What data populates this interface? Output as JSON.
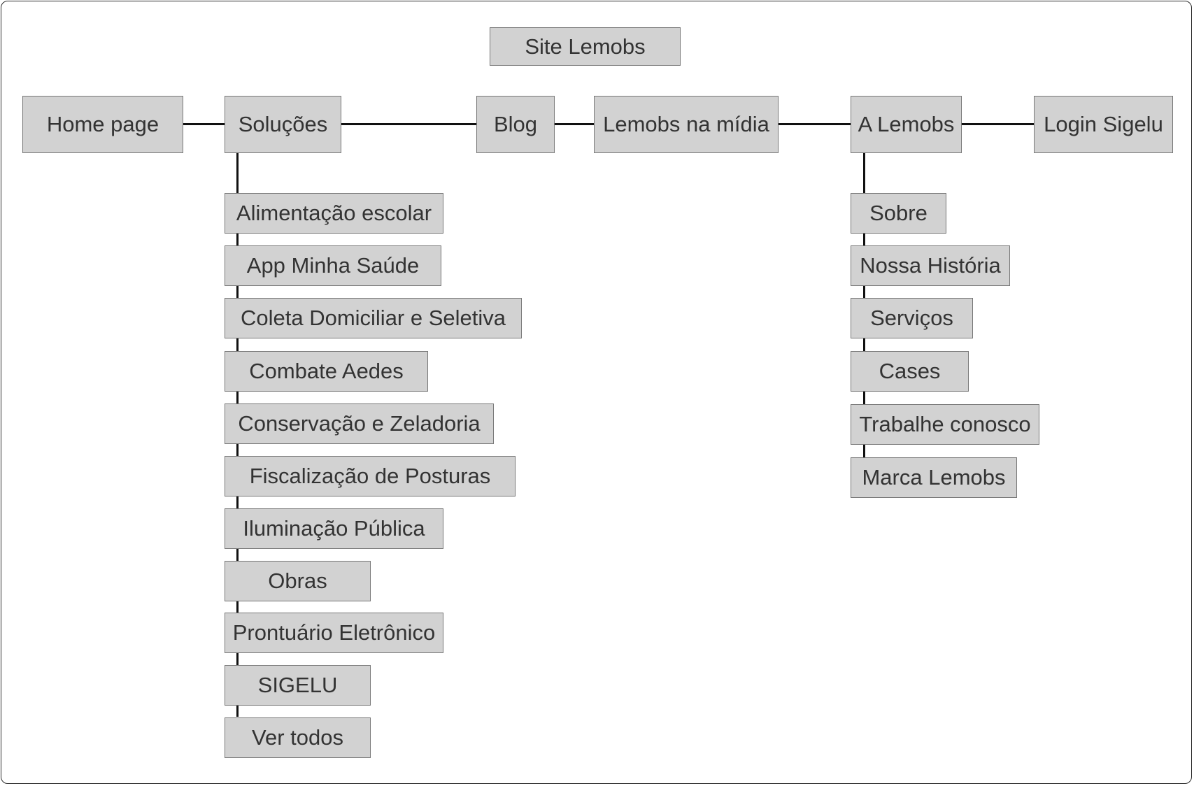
{
  "root": "Site Lemobs",
  "nav": {
    "home": "Home page",
    "solucoes": "Soluções",
    "blog": "Blog",
    "midia": "Lemobs na mídia",
    "lemobs": "A Lemobs",
    "login": "Login Sigelu"
  },
  "solucoes_children": [
    "Alimentação escolar",
    "App Minha Saúde",
    "Coleta Domiciliar e Seletiva",
    "Combate Aedes",
    "Conservação e Zeladoria",
    "Fiscalização de Posturas",
    "Iluminação Pública",
    "Obras",
    "Prontuário Eletrônico",
    "SIGELU",
    "Ver todos"
  ],
  "lemobs_children": [
    "Sobre",
    "Nossa História",
    "Serviços",
    "Cases",
    "Trabalhe conosco",
    "Marca Lemobs"
  ]
}
